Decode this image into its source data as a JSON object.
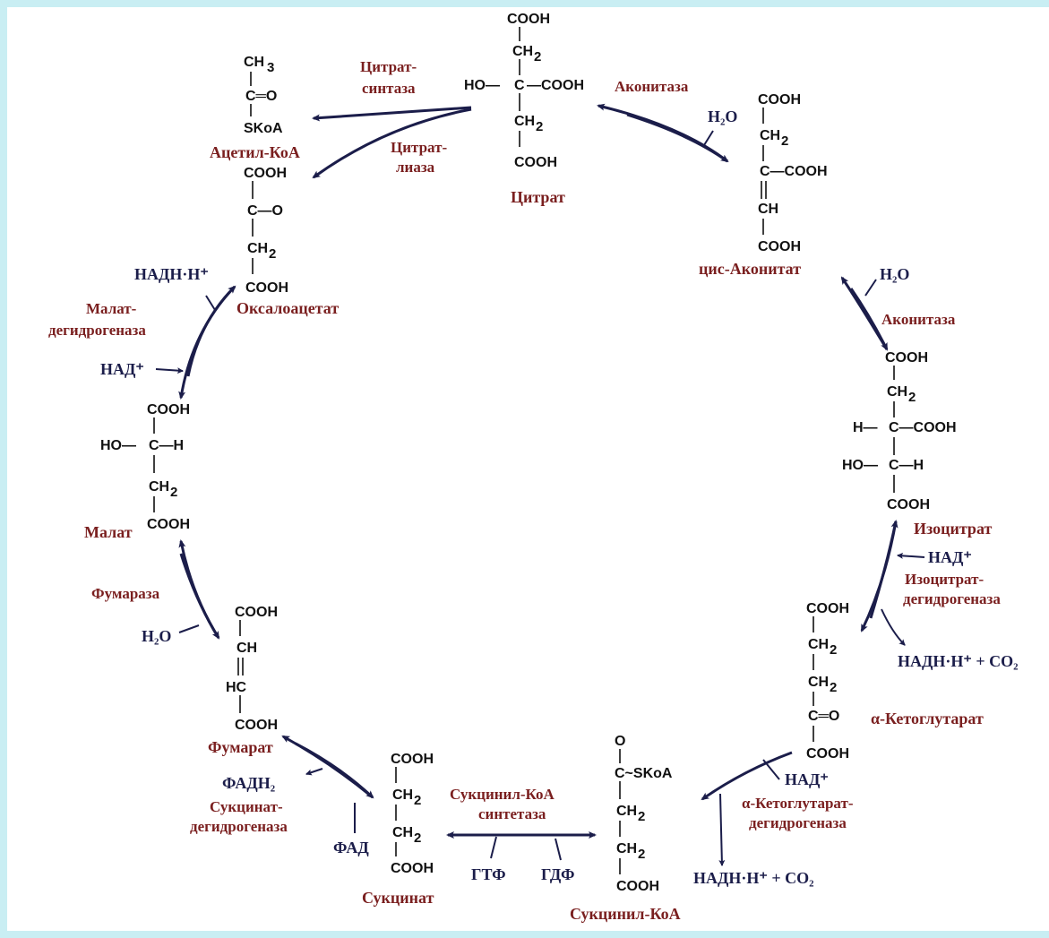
{
  "colors": {
    "background": "#c9eef3",
    "panel": "#ffffff",
    "label": "#7a1f1f",
    "arrow": "#1b1d4a"
  },
  "citrate": {
    "name": "Цитрат",
    "c1": "COOH",
    "c2": "CH",
    "ho": "HO—",
    "c3": "C",
    "c4": "—COOH",
    "c5": "CH",
    "c6": "COOH"
  },
  "acetyl": {
    "name": "Ацетил-КоА",
    "ch3": "CH",
    "co": "C═O",
    "skoa": "SKoA"
  },
  "oxaloacetate": {
    "name": "Оксалоацетат",
    "c1": "COOH",
    "c2": "C—O",
    "c3": "CH",
    "c4": "COOH"
  },
  "cis_aconitate": {
    "name": "цис-Аконитат",
    "c1": "COOH",
    "c2": "CH",
    "c3": "C—COOH",
    "c4": "CH",
    "c5": "COOH"
  },
  "isocitrate": {
    "name": "Изоцитрат",
    "c1": "COOH",
    "c2": "CH",
    "h": "H—",
    "c3": "C—COOH",
    "ho": "HO—",
    "c4": "C—H",
    "c5": "COOH"
  },
  "ketoglutarate": {
    "name": "α-Кетоглутарат",
    "c1": "COOH",
    "c2": "CH",
    "c3": "CH",
    "c4": "C═O",
    "c5": "COOH"
  },
  "succinyl_coa": {
    "name": "Сукцинил-КоА",
    "o": "O",
    "c1": "C~SKoA",
    "c2": "CH",
    "c3": "CH",
    "c4": "COOH"
  },
  "succinate": {
    "name": "Сукцинат",
    "c1": "COOH",
    "c2": "CH",
    "c3": "CH",
    "c4": "COOH"
  },
  "fumarate": {
    "name": "Фумарат",
    "c1": "COOH",
    "c2": "CH",
    "c3": "HC",
    "c4": "COOH"
  },
  "malate": {
    "name": "Малат",
    "c1": "COOH",
    "ho": "HO—",
    "c2": "C—H",
    "c3": "CH",
    "c4": "COOH"
  },
  "enzymes": {
    "citrate_synthase": [
      "Цитрат-",
      "синтаза"
    ],
    "citrate_lyase": [
      "Цитрат-",
      "лиаза"
    ],
    "aconitase1": "Аконитаза",
    "aconitase2": "Аконитаза",
    "isocitrate_dh": [
      "Изоцитрат-",
      "дегидрогеназа"
    ],
    "akg_dh": [
      "α-Кетоглутарат-",
      "дегидрогеназа"
    ],
    "succinyl_synthetase": [
      "Сукцинил-КоА",
      "синтетаза"
    ],
    "succinate_dh": [
      "Сукцинат-",
      "дегидрогеназа"
    ],
    "fumarase": "Фумараза",
    "malate_dh": [
      "Малат-",
      "дегидрогеназа"
    ]
  },
  "cofactors": {
    "h2o_1": "H₂O",
    "h2o_2": "H₂O",
    "h2o_3": "H₂O",
    "nad_1": "НАД⁺",
    "nadh_1": "НАДН·Н⁺ + CO₂",
    "nad_2": "НАД⁺",
    "nadh_2": "НАДН·Н⁺ + CO₂",
    "gtf": "ГТФ",
    "gdf": "ГДФ",
    "fadh2": "ФАДН₂",
    "fad": "ФАД",
    "nadh_3": "НАДН·Н⁺",
    "nad_3": "НАД⁺"
  }
}
